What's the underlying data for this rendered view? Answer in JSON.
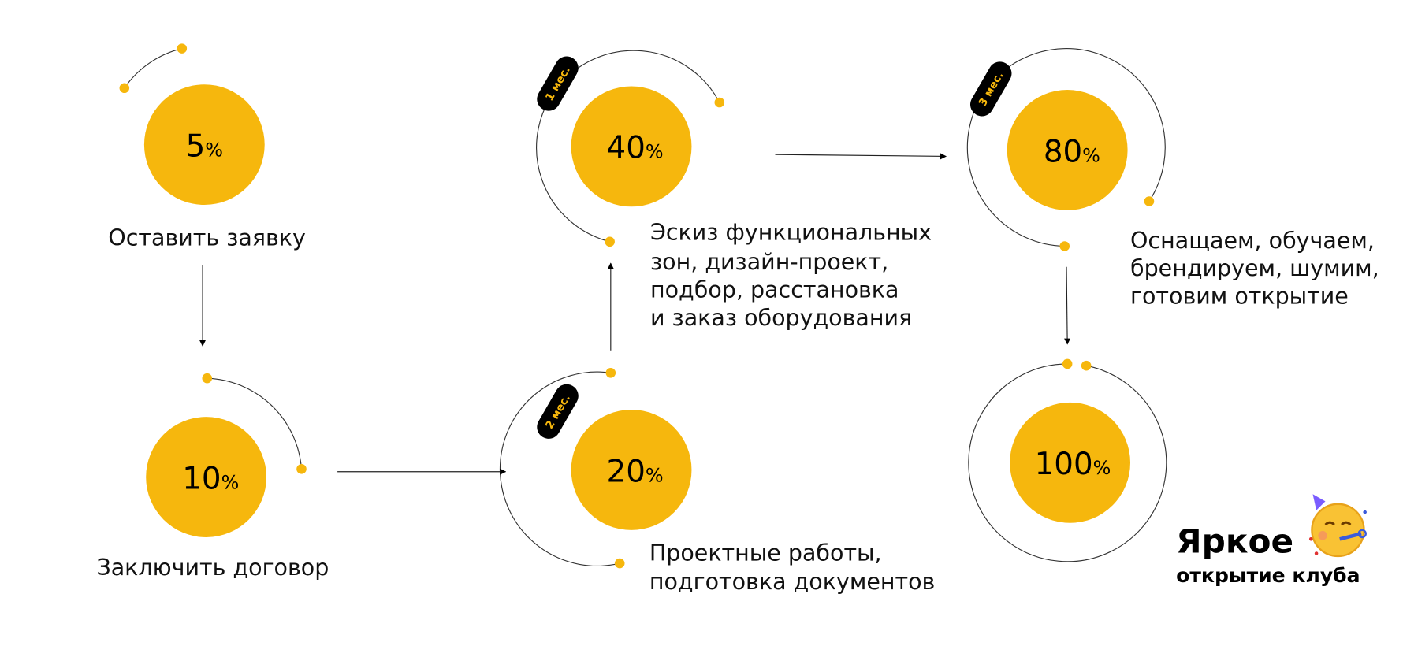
{
  "colors": {
    "accent": "#F6B70D",
    "badge_bg": "#000000",
    "line": "#333333"
  },
  "percent_sign": "%",
  "steps": [
    {
      "value": "5",
      "label_lines": [
        "Оставить заявку"
      ]
    },
    {
      "value": "10",
      "label_lines": [
        "Заключить договор"
      ]
    },
    {
      "value": "20",
      "badge": "2 мес.",
      "label_lines": [
        "Проектные работы,",
        "подготовка документов"
      ]
    },
    {
      "value": "40",
      "badge": "1 мес.",
      "label_lines": [
        "Эскиз функциональных",
        "зон, дизайн-проект,",
        "подбор, расстановка",
        "и заказ оборудования"
      ]
    },
    {
      "value": "80",
      "badge": "3 мес.",
      "label_lines": [
        "Оснащаем, обучаем,",
        "брендируем, шумим,",
        "готовим открытие"
      ]
    },
    {
      "value": "100",
      "label_lines": []
    }
  ],
  "finale": {
    "title": "Яркое",
    "subtitle": "открытие клуба",
    "icon": "party-face-icon"
  }
}
